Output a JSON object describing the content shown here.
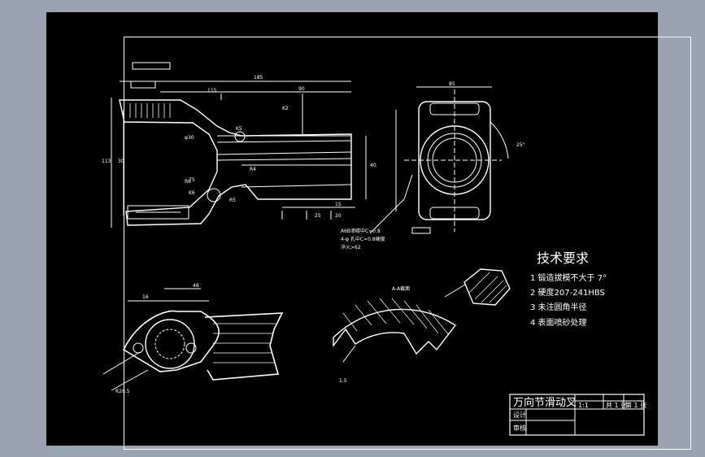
{
  "drawing": {
    "tech_requirements": {
      "title": "技术要求",
      "items": [
        "1 锻造拔模不大于 7°",
        "2 硬度207-241HBS",
        "3 未注圆角半径",
        "4 表面喷砂处理"
      ]
    },
    "section_label": "A-A截面",
    "notes": [
      "A6B渗碳中C=0.8",
      "4-φ 孔中C=0.8硬度",
      "淬火>62"
    ],
    "dimensions": [
      "185",
      "90",
      "115",
      "113",
      "75",
      "30",
      "40",
      "25",
      "20",
      "15",
      "85",
      "48",
      "16",
      "R28.5",
      "R5",
      "R6",
      "K2",
      "K5",
      "K6",
      "φ30",
      "R4",
      "1.5",
      "25°"
    ],
    "title_block": {
      "name": "万向节滑动叉",
      "rows": [
        "设计",
        "审核"
      ],
      "cells": [
        "1:1",
        "共 1 张",
        "第 1 张"
      ]
    }
  }
}
